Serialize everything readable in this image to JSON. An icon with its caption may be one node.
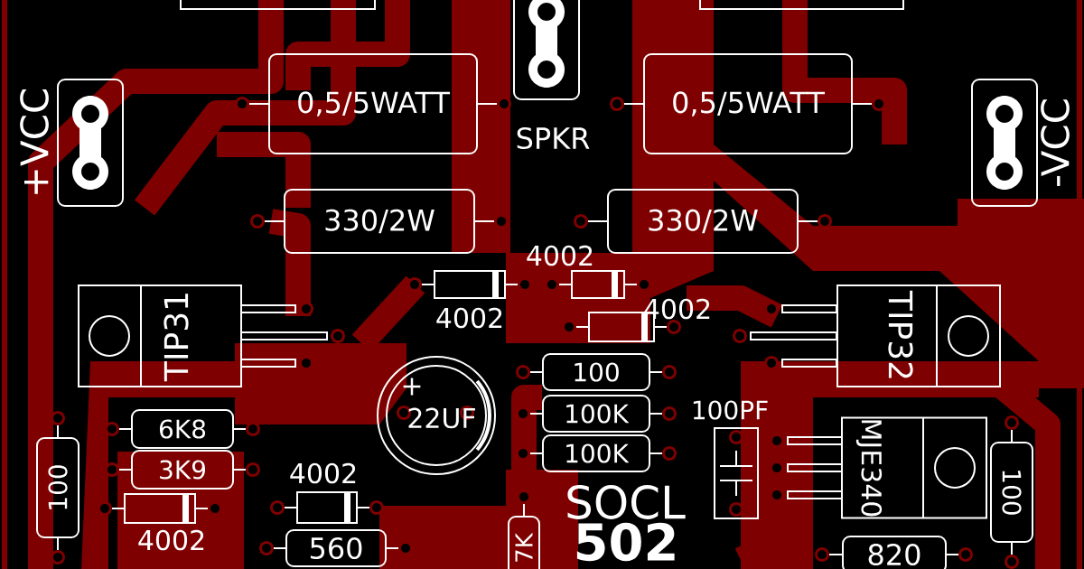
{
  "diagram": {
    "nodes": [
      {
        "text": [
          "0,5/5WATT"
        ]
      },
      {
        "text": [
          "0,5/5WATT"
        ]
      },
      {
        "text": [
          "330/2W"
        ]
      },
      {
        "text": [
          "330/2W"
        ]
      },
      {
        "text": [
          "TIP31"
        ]
      },
      {
        "text": [
          "TIP32"
        ]
      },
      {
        "text": [
          "MJE340"
        ]
      },
      {
        "text": [
          "+",
          "22UF"
        ]
      },
      {
        "text": [
          "100"
        ]
      },
      {
        "text": [
          "100K"
        ]
      },
      {
        "text": [
          "100K"
        ]
      },
      {
        "text": [
          "6K8"
        ]
      },
      {
        "text": [
          "3K9"
        ]
      },
      {
        "text": [
          "100"
        ]
      },
      {
        "text": [
          "100"
        ]
      },
      {
        "text": [
          "560"
        ]
      },
      {
        "text": [
          "820"
        ]
      },
      {
        "text": [
          "7K"
        ]
      },
      {
        "text": [],
        "shape": "box",
        "beside": [
          "4002"
        ]
      },
      {
        "text": [],
        "shape": "box",
        "beside": [
          "4002"
        ]
      },
      {
        "text": [],
        "shape": "box",
        "beside": [
          "4002"
        ]
      },
      {
        "text": [],
        "shape": "box",
        "beside": [
          "4002"
        ]
      },
      {
        "text": [],
        "shape": "box",
        "beside": [
          "4002"
        ]
      },
      {
        "text": [],
        "shape": "box",
        "beside": [
          "100PF"
        ]
      },
      {
        "text": [],
        "shape": "box",
        "beside": [
          "+VCC"
        ]
      },
      {
        "text": [],
        "shape": "box",
        "beside": [
          "-VCC"
        ]
      },
      {
        "text": [],
        "shape": "box",
        "beside": [
          "SPKR"
        ]
      }
    ],
    "labels": [
      "SOCL",
      "502"
    ]
  }
}
